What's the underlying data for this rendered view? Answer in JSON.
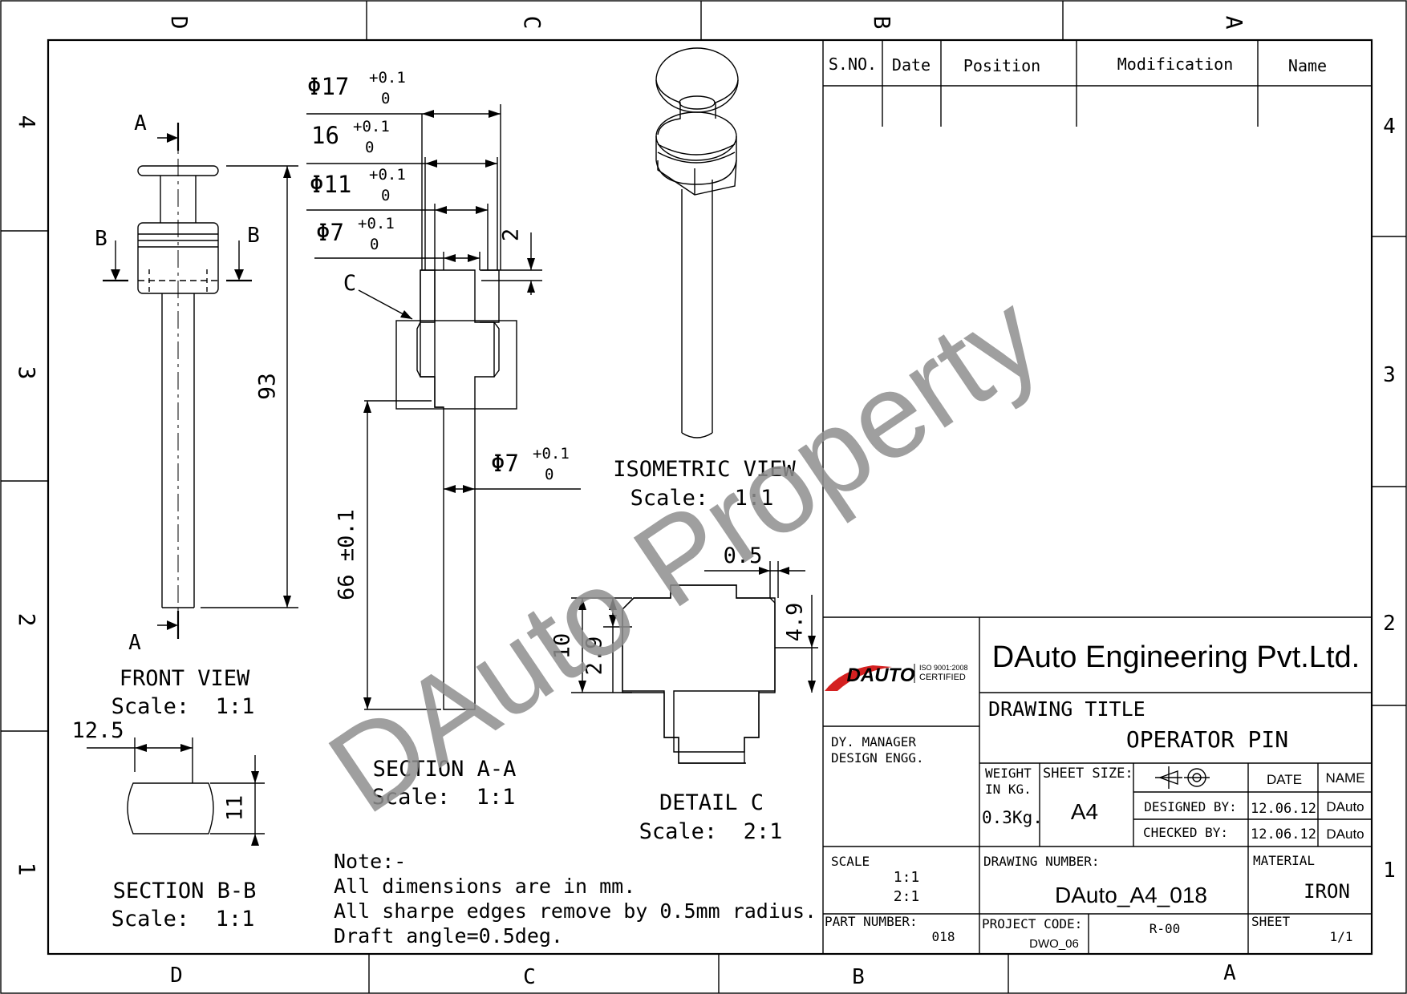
{
  "border": {
    "columns_top": [
      "D",
      "C",
      "B",
      "A"
    ],
    "columns_bottom": [
      "D",
      "C",
      "B",
      "A"
    ],
    "rows_left": [
      "4",
      "3",
      "2",
      "1"
    ],
    "rows_right": [
      "4",
      "3",
      "2",
      "1"
    ]
  },
  "revision_table": {
    "headers": [
      "S.NO.",
      "Date",
      "Position",
      "Modification",
      "Name"
    ]
  },
  "views": {
    "front": {
      "title": "FRONT VIEW",
      "scale": "Scale:  1:1",
      "marker_a": "A",
      "marker_b": "B",
      "dim_length": "93"
    },
    "section_aa": {
      "title": "SECTION A-A",
      "scale": "Scale:  1:1",
      "dim_d17": "Φ17",
      "dim_16": "16",
      "dim_d11": "Φ11",
      "dim_d7": "Φ7",
      "dim_d7_shaft": "Φ7",
      "tol_upper": "+0.1",
      "tol_lower": "0",
      "dim_2": "2",
      "detail_marker": "C",
      "dim_66": "66 ±0.1"
    },
    "isometric": {
      "title": "ISOMETRIC VIEW",
      "scale": "Scale:  1:1"
    },
    "detail_c": {
      "title": "DETAIL C",
      "scale": "Scale:  2:1",
      "dim_0_5": "0.5",
      "dim_10": "10",
      "dim_2_9": "2.9",
      "dim_4_9": "4.9"
    },
    "section_bb": {
      "title": "SECTION B-B",
      "scale": "Scale:  1:1",
      "dim_12_5": "12.5",
      "dim_11": "11"
    }
  },
  "notes": {
    "heading": "Note:-",
    "lines": [
      "All dimensions are in mm.",
      "All sharpe edges remove by 0.5mm radius.",
      "Draft angle=0.5deg."
    ]
  },
  "title_block": {
    "logo_text": "DAUTO",
    "iso_line1": "ISO 9001:2008",
    "iso_line2": "CERTIFIED",
    "company": "DAuto Engineering Pvt.Ltd.",
    "drawing_title_label": "DRAWING TITLE",
    "drawing_title": "OPERATOR PIN",
    "roles": [
      "DY. MANAGER",
      "DESIGN ENGG."
    ],
    "weight_label_1": "WEIGHT",
    "weight_label_2": "IN KG.",
    "weight": "0.3Kg.",
    "sheet_size_label": "SHEET SIZE:",
    "sheet_size": "A4",
    "date_label": "DATE",
    "name_label": "NAME",
    "designed_by_label": "DESIGNED BY:",
    "designed_date": "12.06.12",
    "designed_name": "DAuto",
    "checked_by_label": "CHECKED BY:",
    "checked_date": "12.06.12",
    "checked_name": "DAuto",
    "scale_label": "SCALE",
    "scale_1": "1:1",
    "scale_2": "2:1",
    "drawing_number_label": "DRAWING NUMBER:",
    "drawing_number": "DAuto_A4_018",
    "material_label": "MATERIAL",
    "material": "IRON",
    "part_number_label": "PART NUMBER:",
    "part_number": "018",
    "project_code_label": "PROJECT CODE:",
    "project_code": "DWO_06",
    "revision": "R-00",
    "sheet_label": "SHEET",
    "sheet": "1/1"
  },
  "watermark": "DAuto Property"
}
